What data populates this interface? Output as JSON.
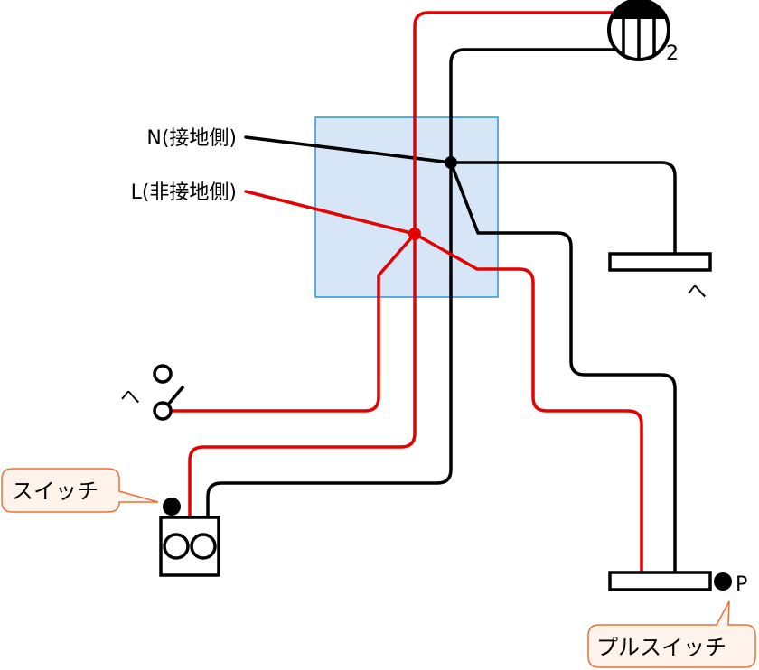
{
  "colors": {
    "hot_wire": "#e60000",
    "neutral_wire": "#000000",
    "junction_box_fill": "#d6e6f7",
    "junction_box_stroke": "#2a93d5",
    "callout_fill": "#fff3ec",
    "callout_stroke": "#e8703a"
  },
  "labels": {
    "neutral": "N(接地側)",
    "line": "L(非接地側)",
    "lamp_he": "へ",
    "outlet_he": "へ",
    "lamp_number": "2",
    "pull_switch_mark": "P"
  },
  "callouts": {
    "switch": "スイッチ",
    "pull_switch": "プルスイッチ"
  },
  "icons": {
    "ceiling_light": "ceiling-light-icon",
    "lamp_fixture": "fluorescent-lamp-icon",
    "pilot_outlet": "outlet-icon",
    "switch_box": "switch-box-icon",
    "pull_switch": "pull-switch-icon",
    "junction_box": "junction-box-icon"
  }
}
